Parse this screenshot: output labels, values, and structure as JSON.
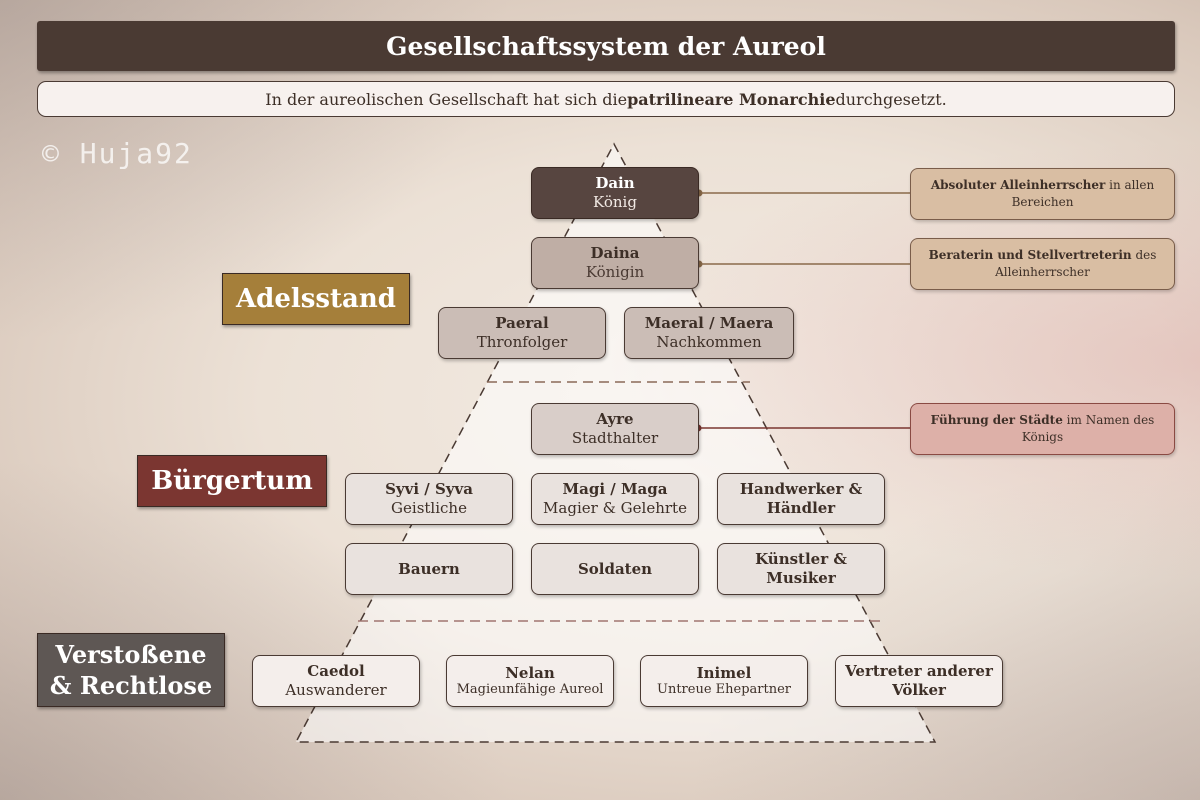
{
  "title": "Gesellschaftssystem der Aureol",
  "subtitle": {
    "before": "In der aureolischen Gesellschaft hat sich die ",
    "bold": "patrilineare Monarchie",
    "after": " durchgesetzt."
  },
  "watermark": "© Huja92",
  "tiers": {
    "adel": {
      "label": "Adelsstand",
      "color": "#a57f3a"
    },
    "buerger": {
      "label": "Bürgertum",
      "color": "#7b3631"
    },
    "verstossene": {
      "line1": "Verstoßene",
      "line2": "& Rechtlose",
      "color": "#5e5754"
    }
  },
  "nodes": {
    "dain": {
      "name": "Dain",
      "role": "König"
    },
    "daina": {
      "name": "Daina",
      "role": "Königin"
    },
    "paeral": {
      "name": "Paeral",
      "role": "Thronfolger"
    },
    "maeral": {
      "name": "Maeral / Maera",
      "role": "Nachkommen"
    },
    "ayre": {
      "name": "Ayre",
      "role": "Stadthalter"
    },
    "syvi": {
      "name": "Syvi / Syva",
      "role": "Geistliche"
    },
    "magi": {
      "name": "Magi / Maga",
      "role": "Magier & Gelehrte"
    },
    "handwerker": {
      "line1": "Handwerker &",
      "line2": "Händler"
    },
    "bauern": {
      "name": "Bauern"
    },
    "soldaten": {
      "name": "Soldaten"
    },
    "kuenstler": {
      "name": "Künstler & Musiker"
    },
    "caedol": {
      "name": "Caedol",
      "role": "Auswanderer"
    },
    "nelan": {
      "name": "Nelan",
      "role": "Magieunfähige Aureol"
    },
    "inimel": {
      "name": "Inimel",
      "role": "Untreue Ehepartner"
    },
    "vertreter": {
      "line1": "Vertreter anderer",
      "line2": "Völker"
    }
  },
  "notes": {
    "dain": {
      "bold": "Absoluter Alleinherrscher",
      "rest1": " in allen",
      "rest2": "Bereichen"
    },
    "daina": {
      "bold": "Beraterin und Stellvertreterin",
      "rest1": " des",
      "rest2": "Alleinherrscher"
    },
    "ayre": {
      "bold": "Führung der Städte",
      "rest1": " im Namen des Königs"
    }
  },
  "colors": {
    "title_bg": "#4a3a33",
    "note_tan": "#d9bea3",
    "note_pink": "#ddb0a8",
    "box_dark": "#574540",
    "box_mid": "#cbbdb6",
    "box_light": "#f4eeeb"
  }
}
